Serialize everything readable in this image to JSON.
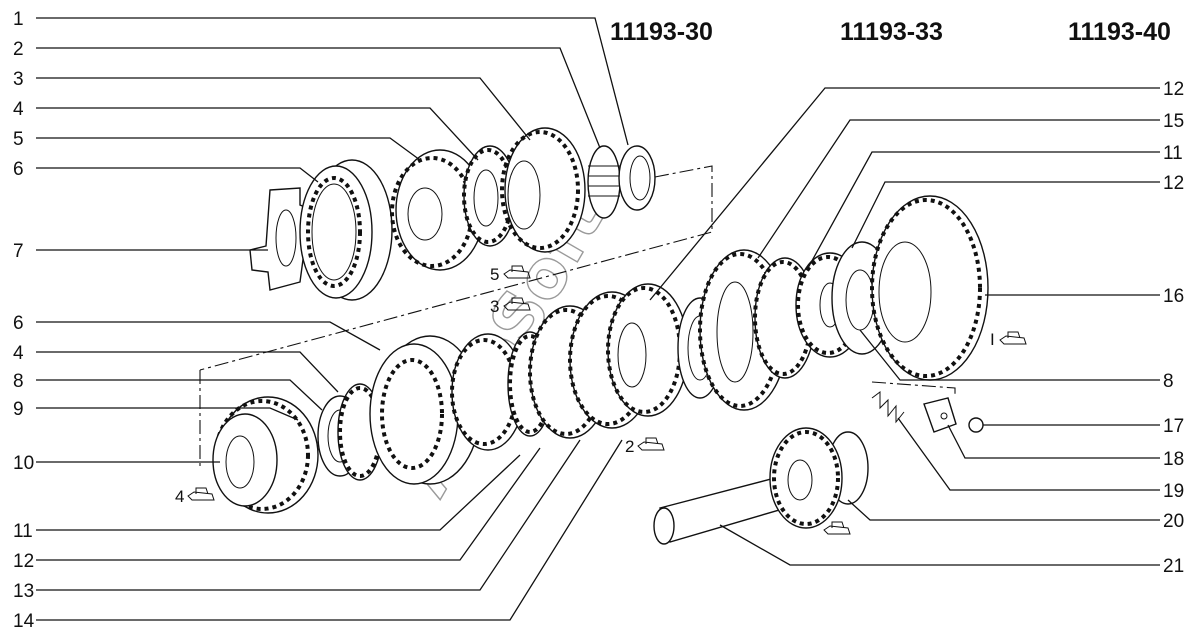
{
  "codes": [
    "11193-30",
    "11193-33",
    "11193-40"
  ],
  "watermark": "AutoSoft",
  "left_labels": [
    "1",
    "2",
    "3",
    "4",
    "5",
    "6",
    "7",
    "6",
    "4",
    "8",
    "9",
    "10",
    "11",
    "12",
    "13",
    "14"
  ],
  "right_labels": [
    "12",
    "15",
    "11",
    "12",
    "16",
    "8",
    "17",
    "18",
    "19",
    "20",
    "21"
  ],
  "step_markers": [
    "5",
    "3",
    "2",
    "4",
    "I"
  ]
}
